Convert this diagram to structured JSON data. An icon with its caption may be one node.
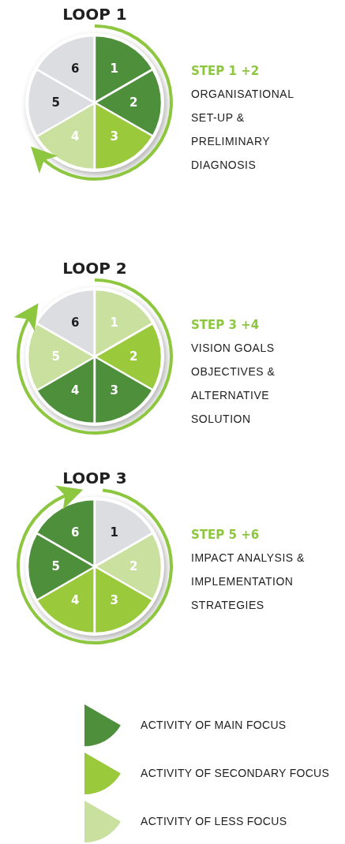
{
  "diagram": {
    "nodes": [
      {
        "text": [
          "LOOP 1"
        ],
        "beside": [
          "STEP 1 +2",
          "ORGANISATIONAL SET-UP & PRELIMINARY DIAGNOSIS"
        ]
      },
      {
        "text": [
          "1"
        ],
        "in": 0
      },
      {
        "text": [
          "2"
        ],
        "in": 0
      },
      {
        "text": [
          "3"
        ],
        "in": 0
      },
      {
        "text": [
          "4"
        ],
        "in": 0
      },
      {
        "text": [
          "5"
        ],
        "in": 0
      },
      {
        "text": [
          "6"
        ],
        "in": 0
      },
      {
        "text": [
          "LOOP 2"
        ],
        "beside": [
          "STEP 3 +4",
          "VISION GOALS OBJECTIVES & ALTERNATIVE SOLUTION"
        ]
      },
      {
        "text": [
          "1"
        ],
        "in": 7
      },
      {
        "text": [
          "2"
        ],
        "in": 7
      },
      {
        "text": [
          "3"
        ],
        "in": 7
      },
      {
        "text": [
          "4"
        ],
        "in": 7
      },
      {
        "text": [
          "5"
        ],
        "in": 7
      },
      {
        "text": [
          "6"
        ],
        "in": 7
      },
      {
        "text": [
          "LOOP 3"
        ],
        "beside": [
          "STEP 5 +6",
          "IMPACT ANALYSIS & IMPLEMENTATION STRATEGIES"
        ]
      },
      {
        "text": [
          "1"
        ],
        "in": 14
      },
      {
        "text": [
          "2"
        ],
        "in": 14
      },
      {
        "text": [
          "3"
        ],
        "in": 14
      },
      {
        "text": [
          "4"
        ],
        "in": 14
      },
      {
        "text": [
          "5"
        ],
        "in": 14
      },
      {
        "text": [
          "6"
        ],
        "in": 14
      }
    ],
    "legend": [
      {
        "text": "ACTIVITY OF MAIN FOCUS",
        "color": "#4e8f3c"
      },
      {
        "text": "ACTIVITY OF SECONDARY FOCUS",
        "color": "#9ac93c"
      },
      {
        "text": "ACTIVITY OF LESS FOCUS",
        "color": "#c9e09e"
      }
    ]
  }
}
